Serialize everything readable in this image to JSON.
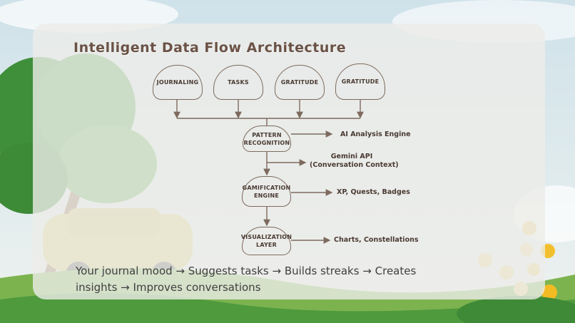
{
  "slide": {
    "title": "Intelligent Data Flow Architecture",
    "inputs": [
      "JOURNALING",
      "TASKS",
      "GRATITUDE",
      "GRATITUDE"
    ],
    "pattern_node": [
      "PATTERN",
      "RECOGNITION"
    ],
    "pattern_output": "AI Analysis Engine",
    "api_output": [
      "Gemini API",
      "(Conversation Context)"
    ],
    "gamification_node": [
      "GAMIFICATION",
      "ENGINE"
    ],
    "gamification_output": "XP, Quests, Badges",
    "visualization_node": [
      "VISUALIZATION",
      "LAYER"
    ],
    "visualization_output": "Charts, Constellations",
    "caption": [
      "Your journal mood → Suggests tasks → Builds streaks → Creates",
      "insights → Improves conversations"
    ]
  },
  "colors": {
    "line": "#7e6a5e",
    "title": "#6b5246",
    "text": "#4a3a32",
    "panel": "#ecece8"
  }
}
